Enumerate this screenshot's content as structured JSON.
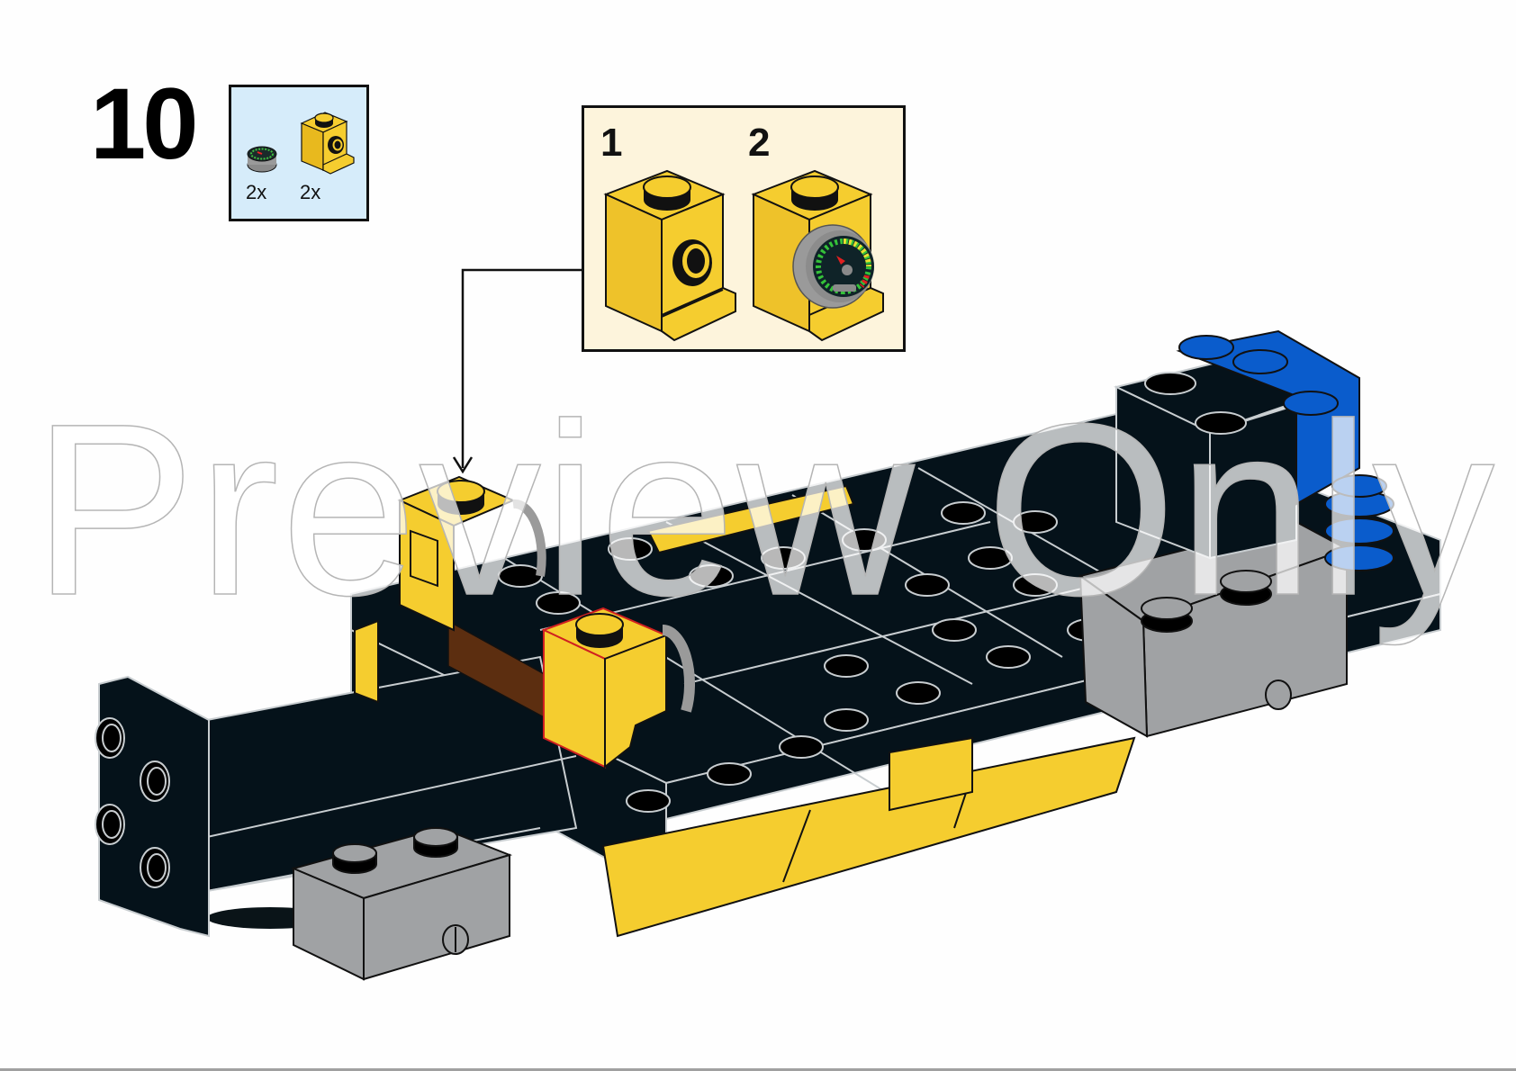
{
  "page": {
    "type": "LEGO building instruction",
    "step": {
      "number": "10"
    },
    "parts_list": {
      "background": "#d6ecfa",
      "items": [
        {
          "name": "round-tile-1x1-speedometer",
          "qty": "2x",
          "color": "#9a9a9a"
        },
        {
          "name": "brick-1x1-headlight",
          "qty": "2x",
          "color": "#f5cd2f"
        }
      ]
    },
    "sub_assembly": {
      "background": "#fdf4dc",
      "steps": [
        {
          "label": "1",
          "description": "yellow headlight brick"
        },
        {
          "label": "2",
          "description": "attach speedometer tile to headlight brick"
        }
      ]
    },
    "watermark": {
      "text": "Preview Only"
    },
    "colors": {
      "black_brick": "#05121a",
      "yellow_brick": "#f5cd2f",
      "light_gray_brick": "#a0a2a4",
      "blue_brick": "#0a5ccc",
      "brown_brick": "#5c2e10",
      "edge_highlight": "#c8cdd0"
    }
  }
}
